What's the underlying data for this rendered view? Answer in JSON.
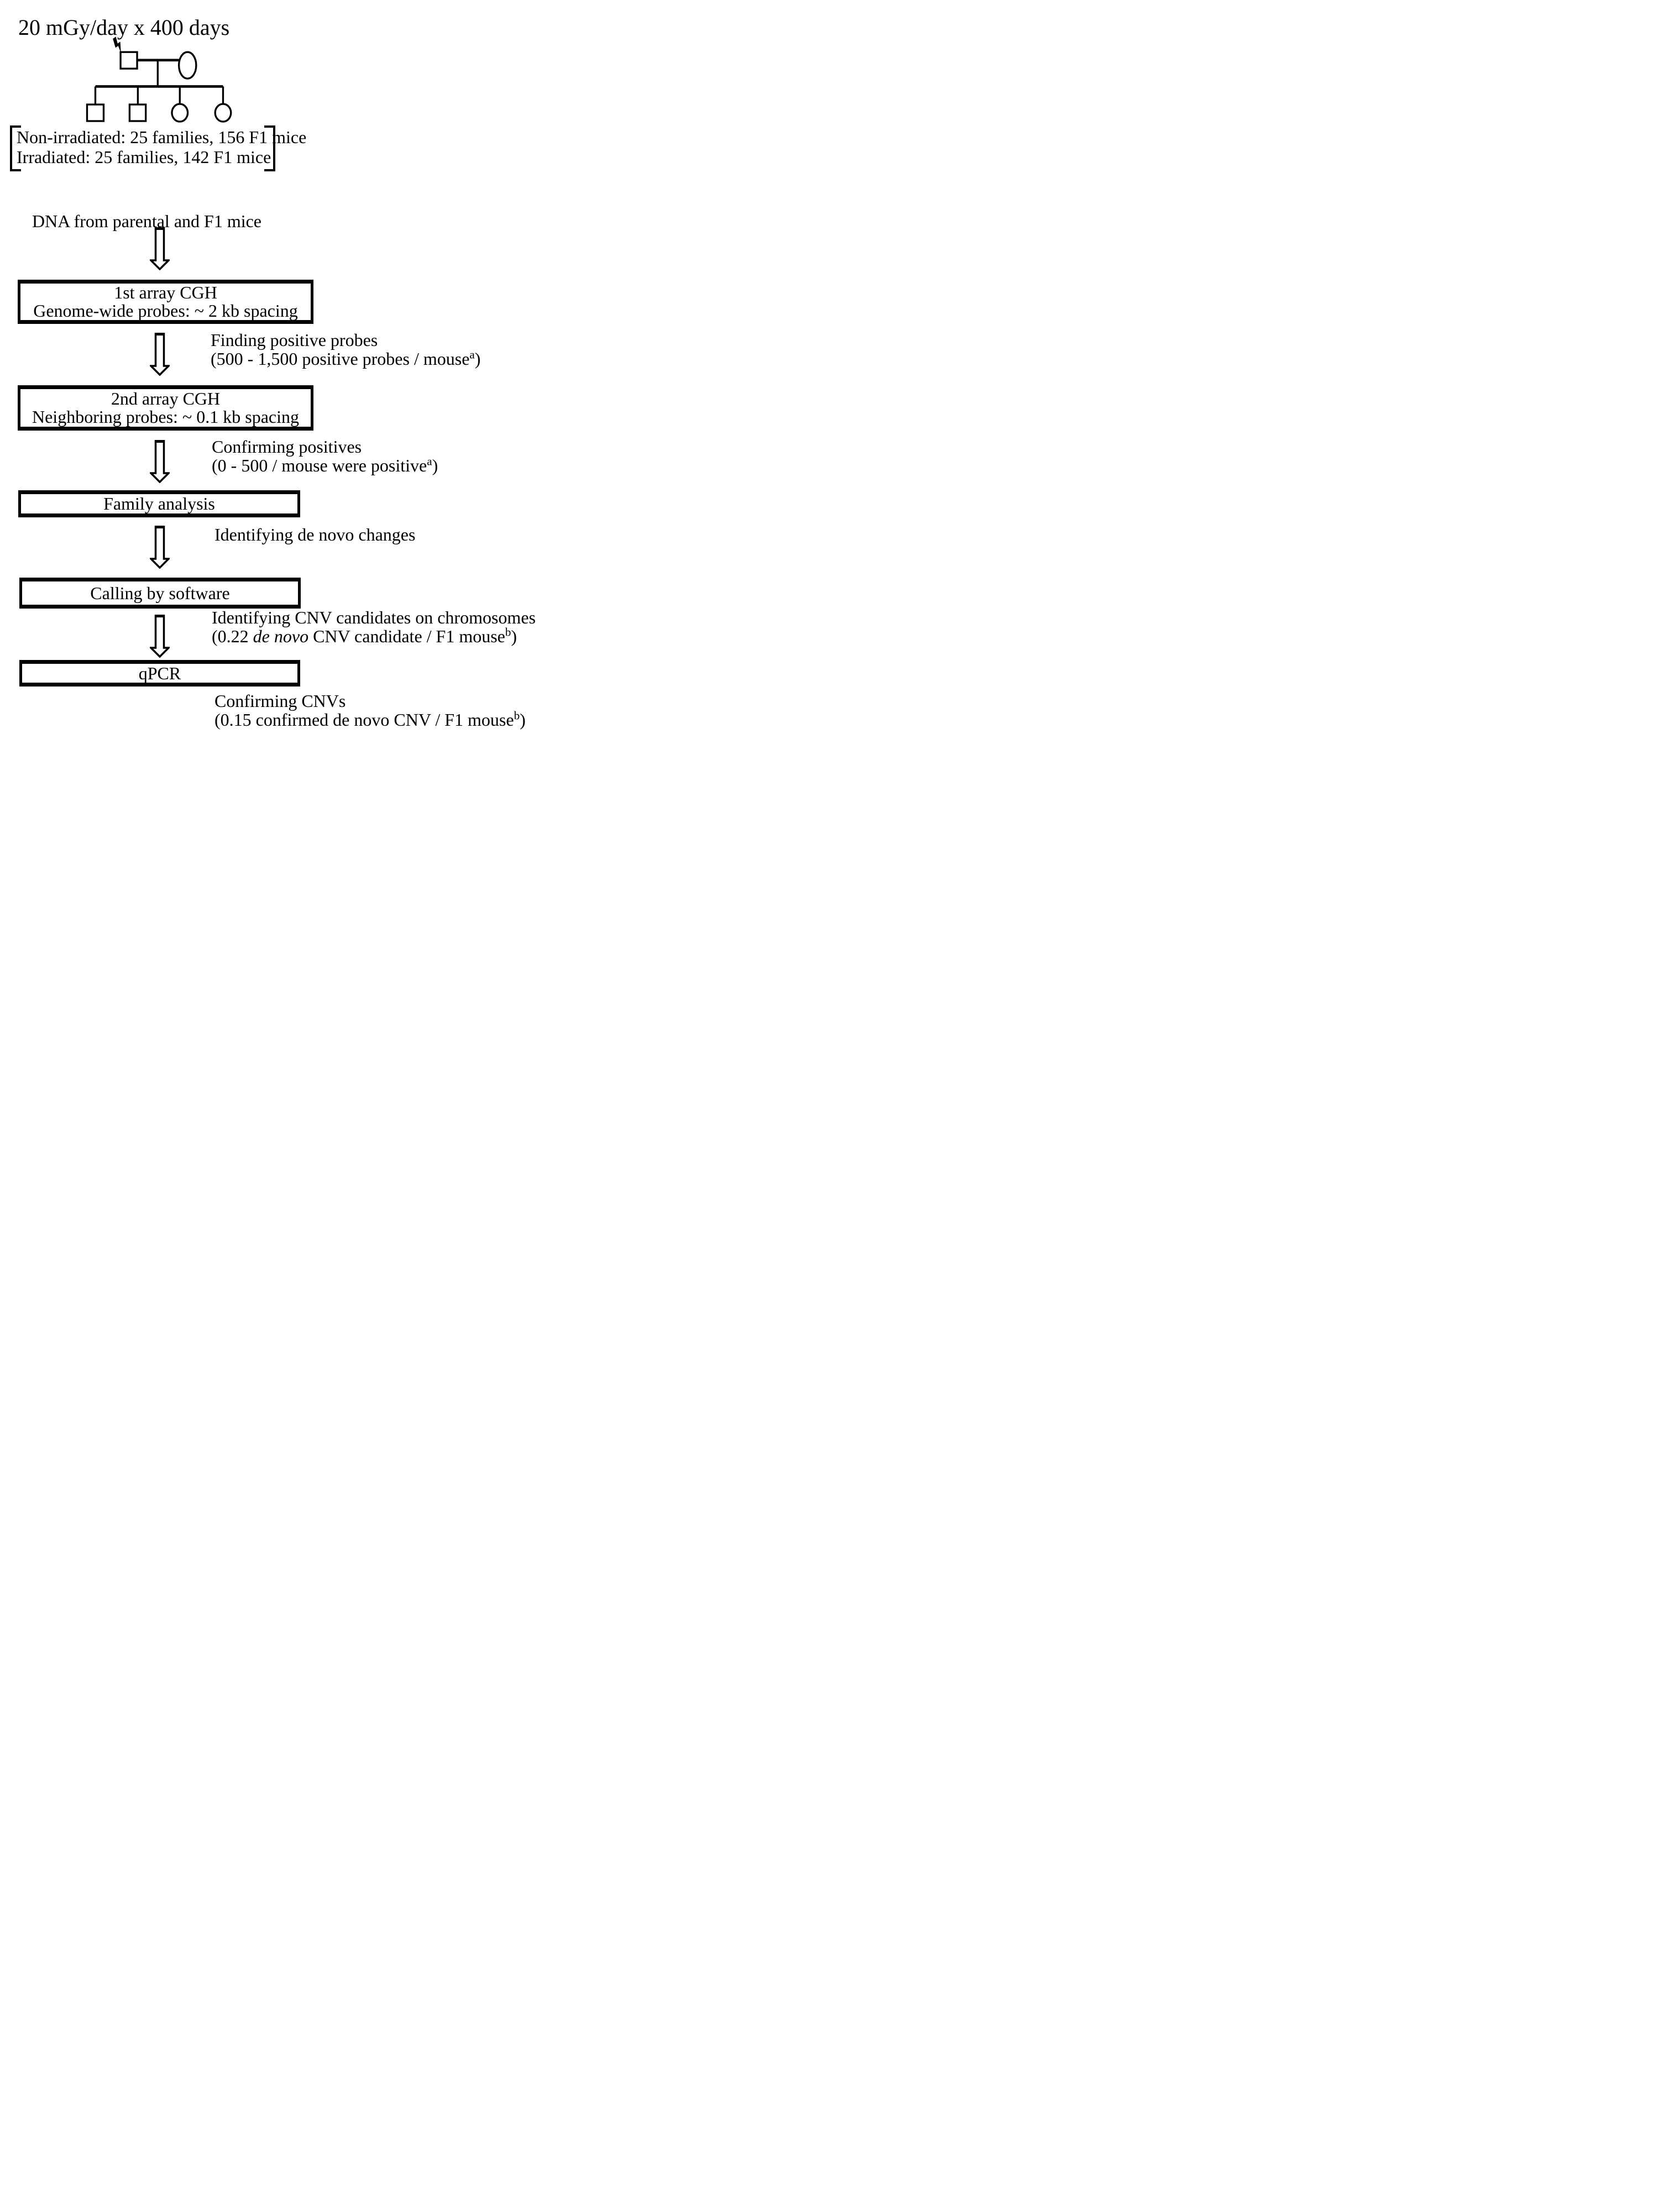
{
  "title": "20 mGy/day x 400 days",
  "colors": {
    "ink": "#000000",
    "background": "#ffffff"
  },
  "pedigree": {
    "legend_line1": "Non-irradiated: 25 families, 156 F1 mice",
    "legend_line2": "Irradiated: 25 families, 142 F1 mice"
  },
  "flow": {
    "dna_source": "DNA from parental and F1 mice",
    "box1_line1": "1st array CGH",
    "box1_line2": "Genome-wide probes: ~ 2 kb spacing",
    "box2_line1": "2nd array CGH",
    "box2_line2": "Neighboring probes: ~ 0.1 kb spacing",
    "box3": "Family analysis",
    "box4": "Calling by software",
    "box5": "qPCR"
  },
  "annotations": {
    "a1_line1": "Finding positive probes",
    "a1_l2_prefix": "(500 - 1,500 positive probes / mouse",
    "a1_l2_sup": "a",
    "a1_l2_suffix": ")",
    "a2_line1": "Confirming positives",
    "a2_l2_prefix": "(0 - 500 / mouse were positive",
    "a2_l2_sup": "a",
    "a2_l2_suffix": ")",
    "a3_line1": "Identifying de novo changes",
    "a4_line1": "Identifying CNV candidates on chromosomes",
    "a4_l2_prefix": "(0.22 ",
    "a4_l2_italic": "de novo",
    "a4_l2_mid": " CNV candidate / F1 mouse",
    "a4_l2_sup": "b",
    "a4_l2_suffix": ")",
    "a5_line1": "Confirming CNVs",
    "a5_l2_prefix": "(0.15 confirmed de novo CNV / F1 mouse",
    "a5_l2_sup": "b",
    "a5_l2_suffix": ")"
  }
}
